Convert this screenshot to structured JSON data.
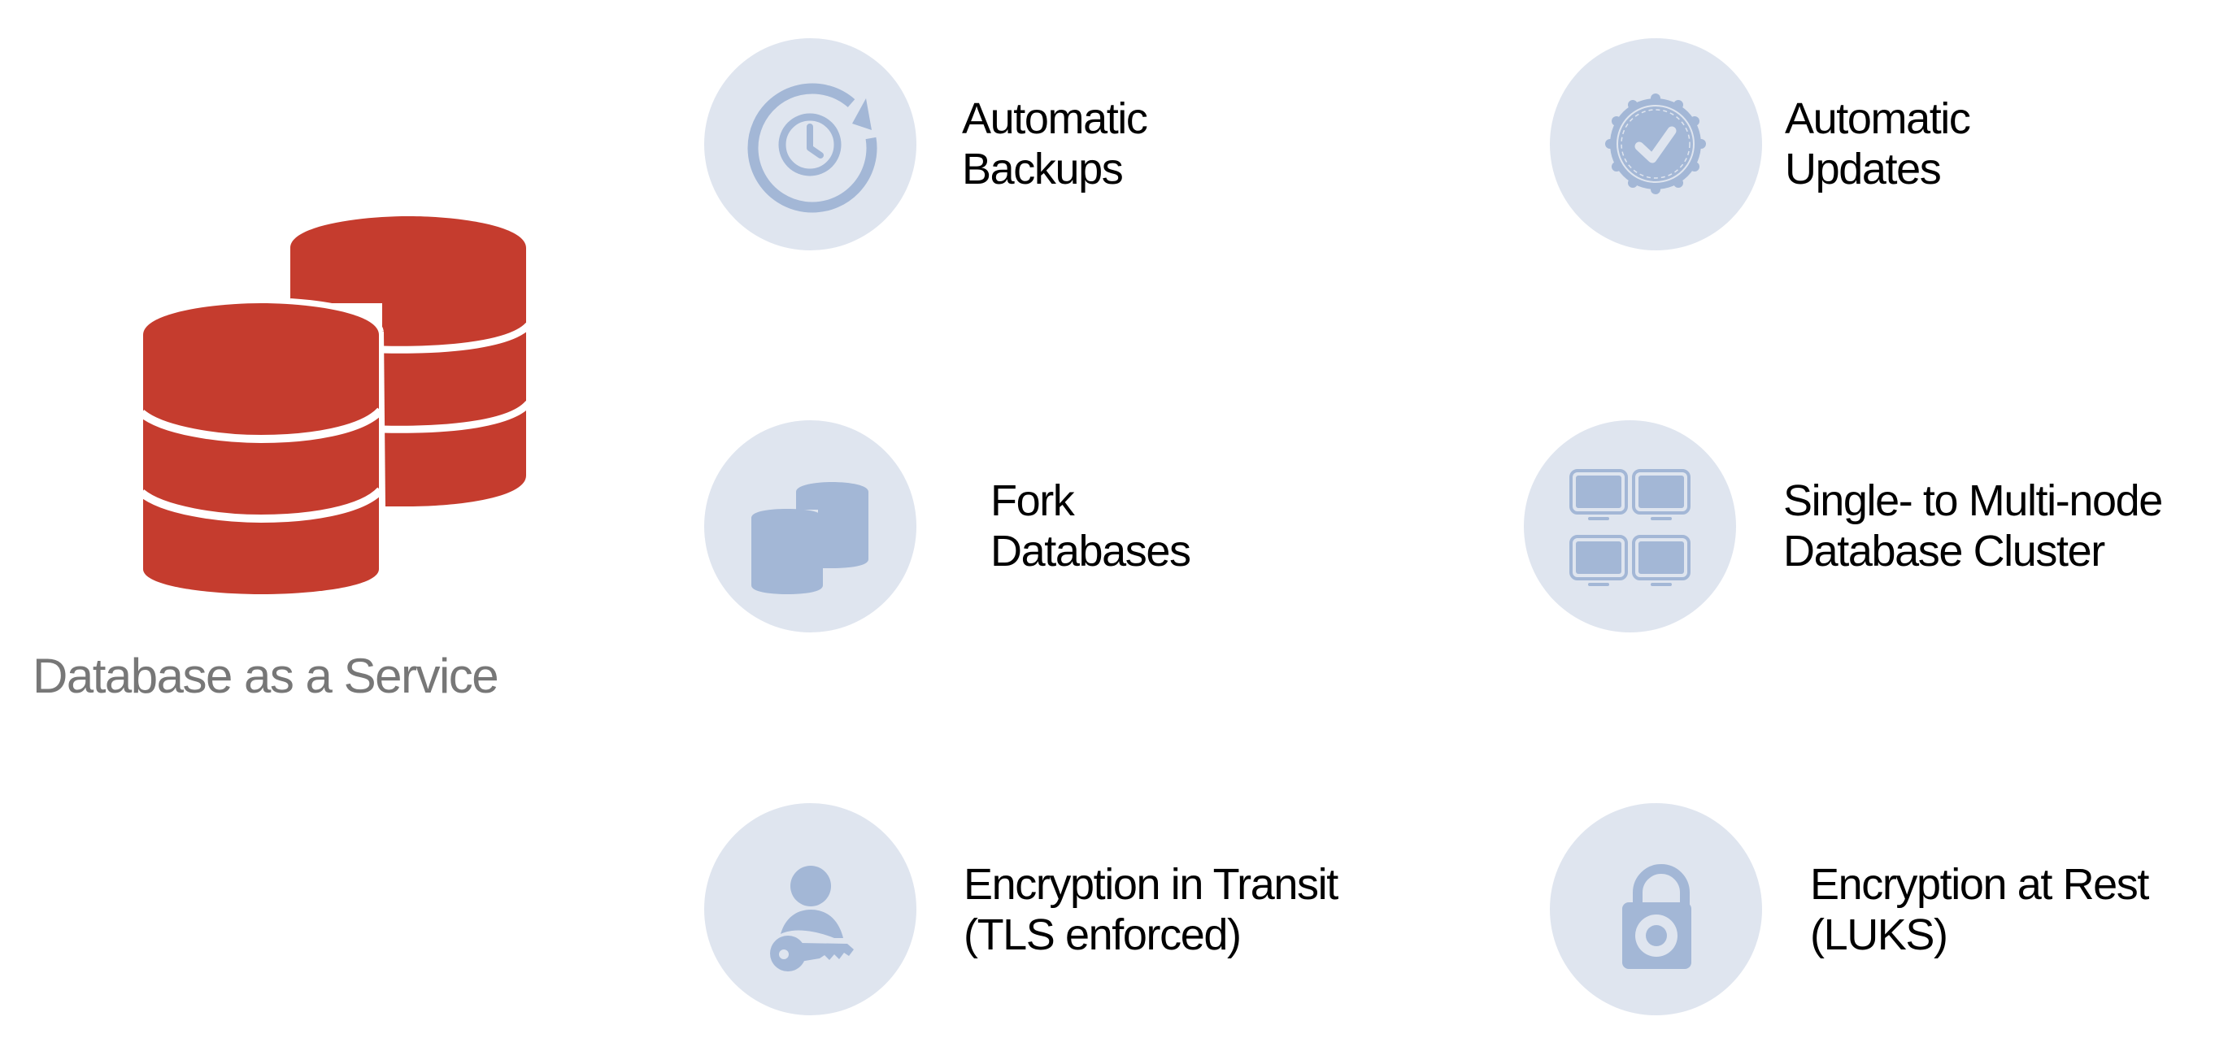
{
  "hero": {
    "title": "Database as a Service",
    "icon": "database-stack-icon",
    "color": "#c53c2e"
  },
  "colors": {
    "circle_bg": "#dfe5ef",
    "icon_fill": "#a3b7d6",
    "label_text": "#000000",
    "caption_text": "#777777"
  },
  "features": [
    {
      "icon": "backup-clock-icon",
      "line1": "Automatic",
      "line2": "Backups"
    },
    {
      "icon": "verified-badge-icon",
      "line1": "Automatic",
      "line2": "Updates"
    },
    {
      "icon": "fork-database-icon",
      "line1": "Fork",
      "line2": "Databases"
    },
    {
      "icon": "cluster-monitors-icon",
      "line1": "Single- to Multi-node",
      "line2": "Database Cluster"
    },
    {
      "icon": "user-key-icon",
      "line1": "Encryption in Transit",
      "line2": "(TLS enforced)"
    },
    {
      "icon": "padlock-icon",
      "line1": "Encryption at Rest",
      "line2": "(LUKS)"
    }
  ]
}
